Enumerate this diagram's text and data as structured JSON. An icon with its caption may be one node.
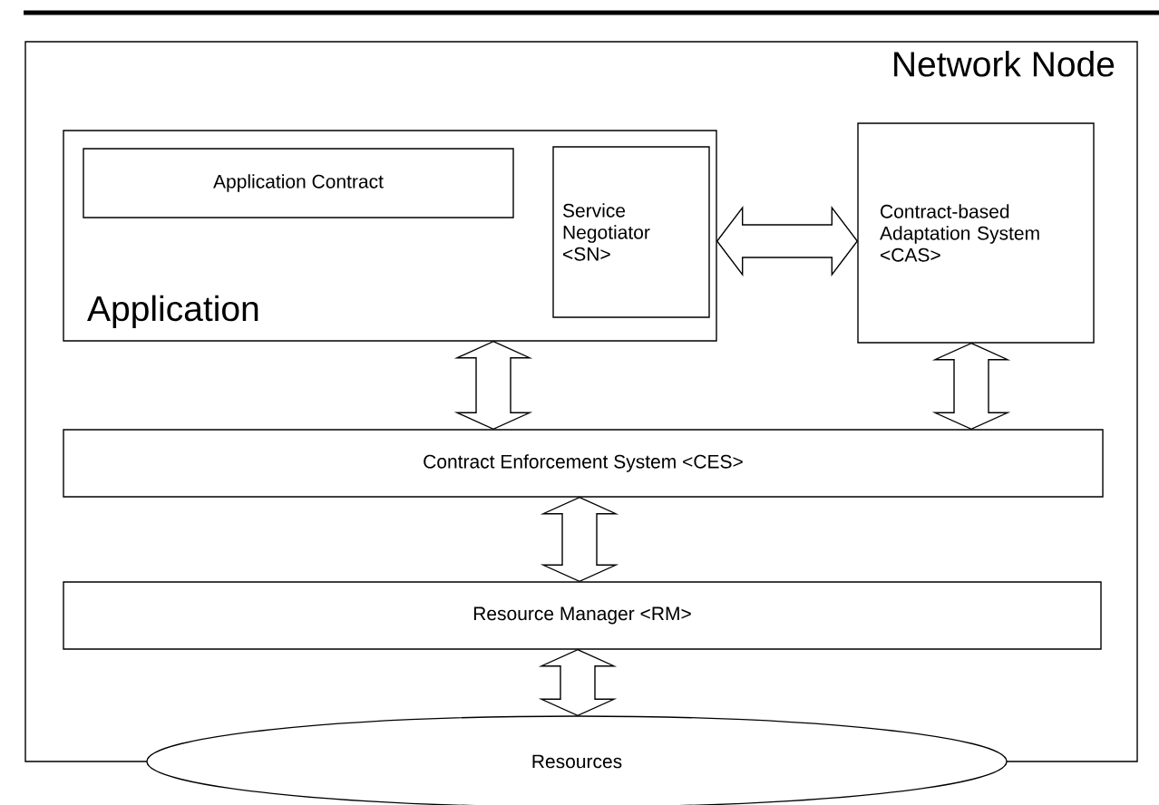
{
  "diagram": {
    "nodes": [
      {
        "text": [
          "Network Node"
        ]
      },
      {
        "text": [
          "Application"
        ],
        "in": 0
      },
      {
        "text": [
          "Application Contract"
        ],
        "in": 1
      },
      {
        "text": [
          "Service Negotiator <SN>"
        ],
        "in": 1
      },
      {
        "text": [
          "Contract-based Adaptation System <CAS>"
        ],
        "in": 0
      },
      {
        "text": [
          "Contract Enforcement System <CES>"
        ],
        "in": 0
      },
      {
        "text": [
          "Resource Manager <RM>"
        ],
        "in": 0
      },
      {
        "text": [
          "Resources"
        ]
      }
    ],
    "edges": [
      {
        "from": 3,
        "to": 4,
        "arrow": "both"
      },
      {
        "from": 1,
        "to": 5,
        "arrow": "both"
      },
      {
        "from": 4,
        "to": 5,
        "arrow": "both"
      },
      {
        "from": 5,
        "to": 6,
        "arrow": "both"
      },
      {
        "from": 6,
        "to": 7,
        "arrow": "both"
      }
    ]
  }
}
